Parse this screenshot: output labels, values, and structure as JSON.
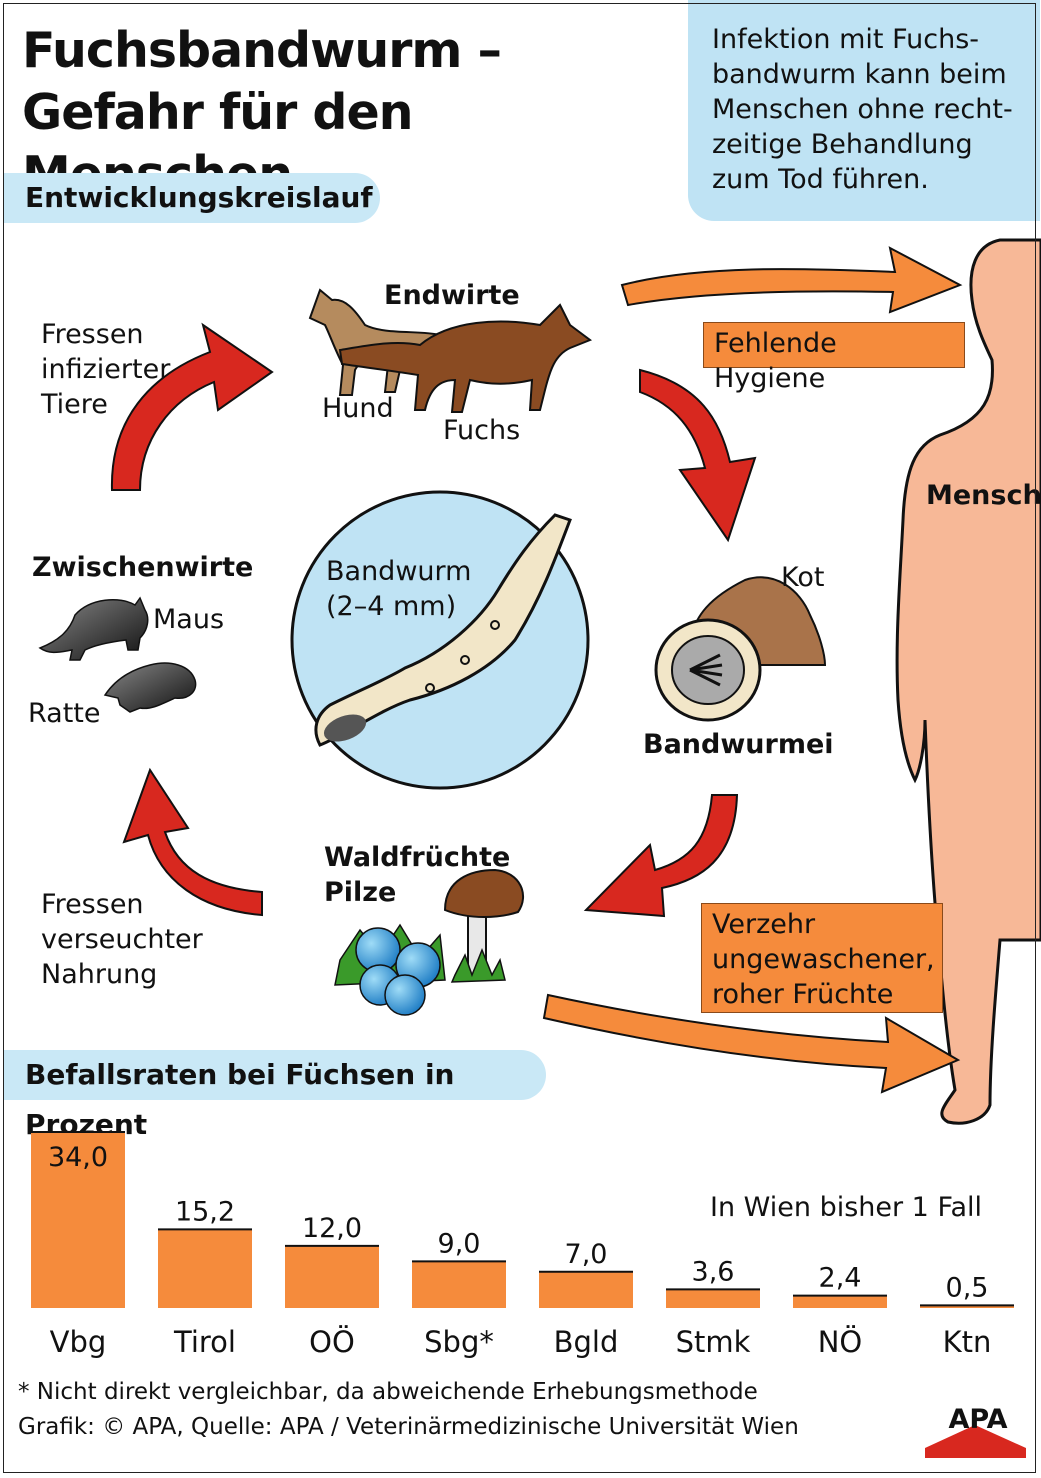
{
  "title": "Fuchsbandwurm – Gefahr für den Menschen",
  "info_text": "Infektion mit Fuchs-\nbandwurm kann beim\nMenschen ohne recht-\nzeitige Behandlung\nzum Tod führen.",
  "cycle": {
    "section_title": "Entwicklungskreislauf",
    "endwirte": "Endwirte",
    "hund": "Hund",
    "fuchs": "Fuchs",
    "fressen_infizierter": "Fressen\ninfizierter\nTiere",
    "zwischenwirte": "Zwischenwirte",
    "maus": "Maus",
    "ratte": "Ratte",
    "bandwurm": "Bandwurm\n(2–4 mm)",
    "kot": "Kot",
    "bandwurmei": "Bandwurmei",
    "waldfruechte": "Waldfrüchte\nPilze",
    "fressen_verseuchter": "Fressen\nverseuchter\nNahrung",
    "mensch": "Mensch",
    "fehlende_hygiene": "Fehlende Hygiene",
    "verzehr": "Verzehr\nungewaschener,\nroher Früchte"
  },
  "chart_section_title": "Befallsraten bei Füchsen in Prozent",
  "chart_note": "In Wien bisher 1 Fall",
  "chart_data": {
    "type": "bar",
    "title": "Befallsraten bei Füchsen in Prozent",
    "categories": [
      "Vbg",
      "Tirol",
      "OÖ",
      "Sbg*",
      "Bgld",
      "Stmk",
      "NÖ",
      "Ktn"
    ],
    "values": [
      34.0,
      15.2,
      12.0,
      9.0,
      7.0,
      3.6,
      2.4,
      0.5
    ],
    "value_labels": [
      "34,0",
      "15,2",
      "12,0",
      "9,0",
      "7,0",
      "3,6",
      "2,4",
      "0,5"
    ],
    "ylim": [
      0,
      34
    ],
    "bar_color": "#f58b3c",
    "grid": false,
    "legend": "none"
  },
  "footnote": "* Nicht direkt vergleichbar, da abweichende Erhebungsmethode",
  "credit": "Grafik: © APA, Quelle: APA / Veterinärmedizinische Universität Wien",
  "logo_text": "APA",
  "colors": {
    "orange": "#f58b3c",
    "light_blue": "#bfe3f4",
    "red_arrow": "#d8281f",
    "skin": "#f7b897"
  }
}
